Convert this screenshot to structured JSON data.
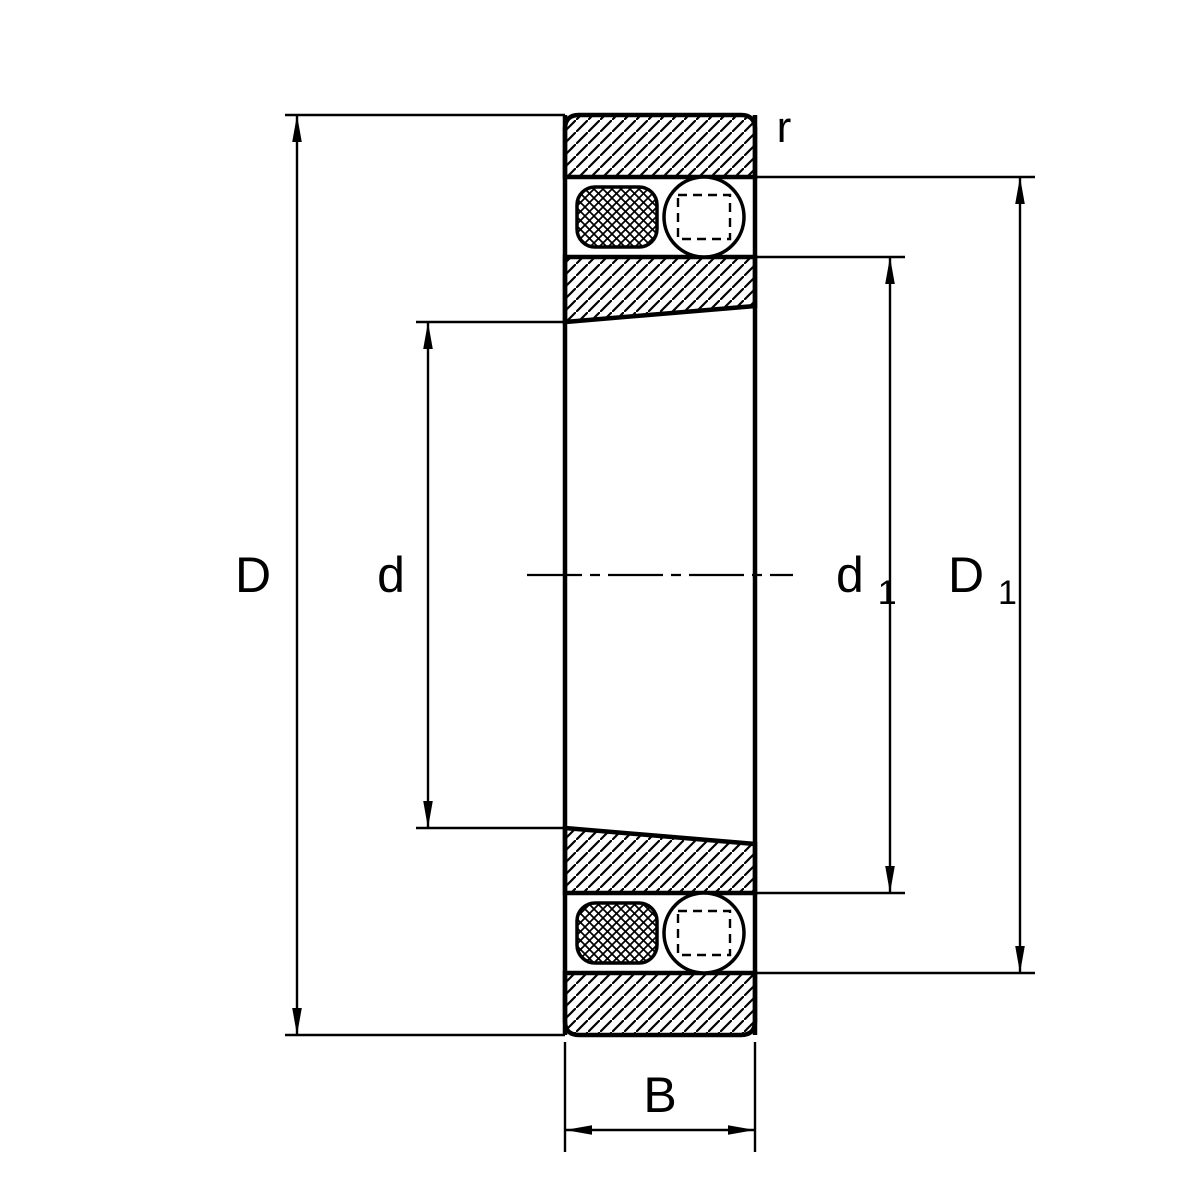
{
  "drawing": {
    "background_color": "#ffffff",
    "line_color": "#000000",
    "labels": {
      "outer_diameter": {
        "text": "D",
        "subscript": ""
      },
      "bore_diameter": {
        "text": "d",
        "subscript": ""
      },
      "inner_shoulder_diameter": {
        "text": "d",
        "subscript": "1"
      },
      "outer_shoulder_diameter": {
        "text": "D",
        "subscript": "1"
      },
      "width": {
        "text": "B",
        "subscript": ""
      },
      "chamfer_radius": {
        "text": "r",
        "subscript": ""
      }
    }
  }
}
